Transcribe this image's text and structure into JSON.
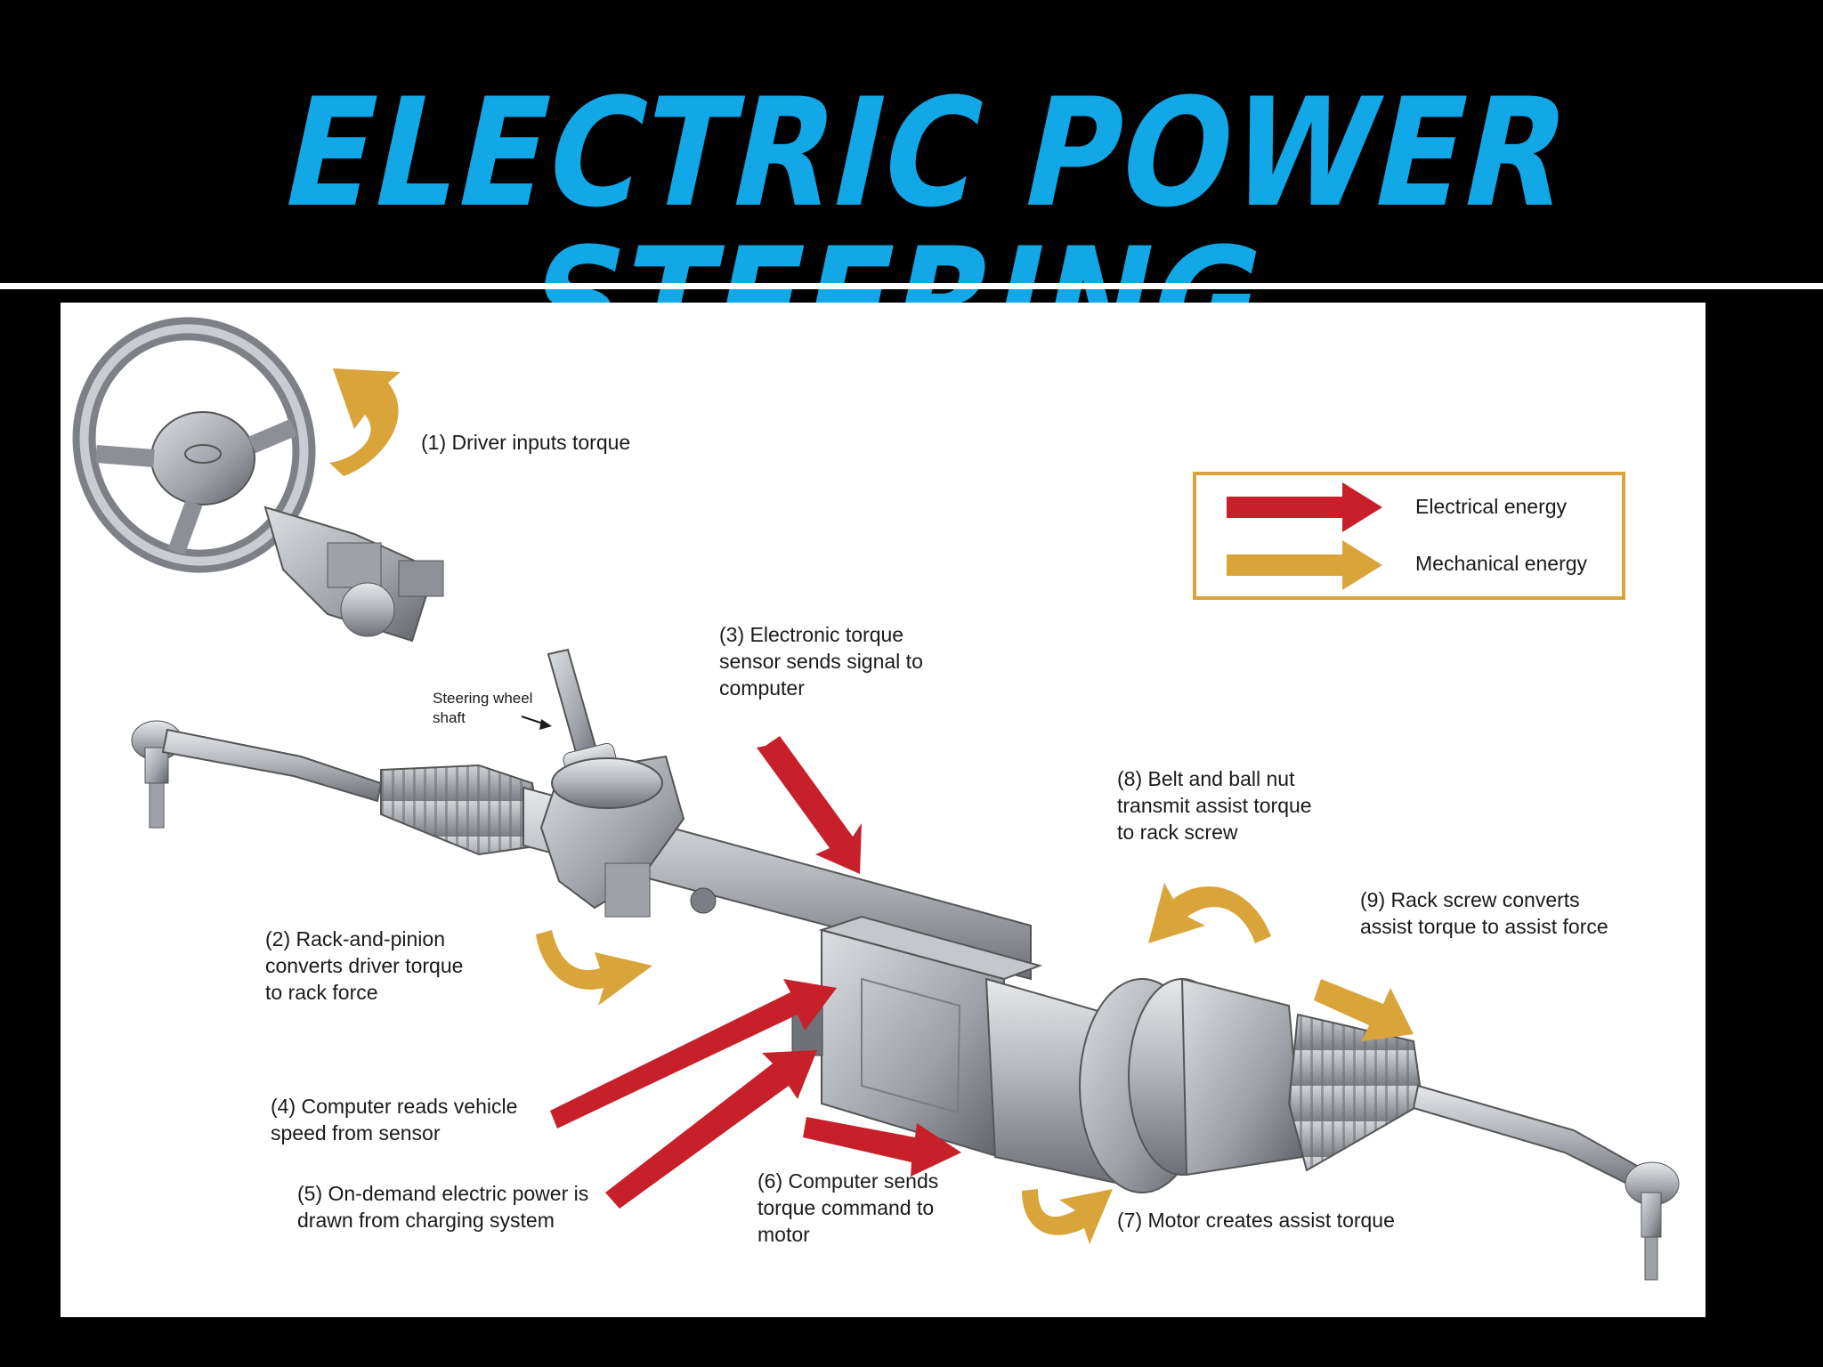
{
  "title": "ELECTRIC POWER STEERING",
  "colors": {
    "title": "#12a8e8",
    "electrical_arrow": "#c8202a",
    "mechanical_arrow": "#d9a43a",
    "legend_border": "#d9a43a",
    "component_metal": "#a9adb2"
  },
  "legend": {
    "electrical": "Electrical energy",
    "mechanical": "Mechanical energy"
  },
  "labels": {
    "step1": "(1) Driver inputs torque",
    "step2": "(2) Rack-and-pinion\nconverts driver torque\nto rack force",
    "step3": "(3) Electronic torque\nsensor sends signal to\ncomputer",
    "step4": "(4) Computer reads vehicle\nspeed from sensor",
    "step5": "(5) On-demand electric power is\ndrawn from charging system",
    "step6": "(6) Computer sends\ntorque command to\nmotor",
    "step7": "(7) Motor creates assist torque",
    "step8": "(8) Belt and ball nut\ntransmit assist torque\nto rack screw",
    "step9": "(9) Rack screw converts\nassist torque to assist force",
    "shaft": "Steering wheel\nshaft"
  },
  "icons": {
    "steering_wheel": "steering-wheel-icon",
    "rack": "steering-rack-icon",
    "motor": "assist-motor-icon",
    "ecu": "control-module-icon"
  }
}
